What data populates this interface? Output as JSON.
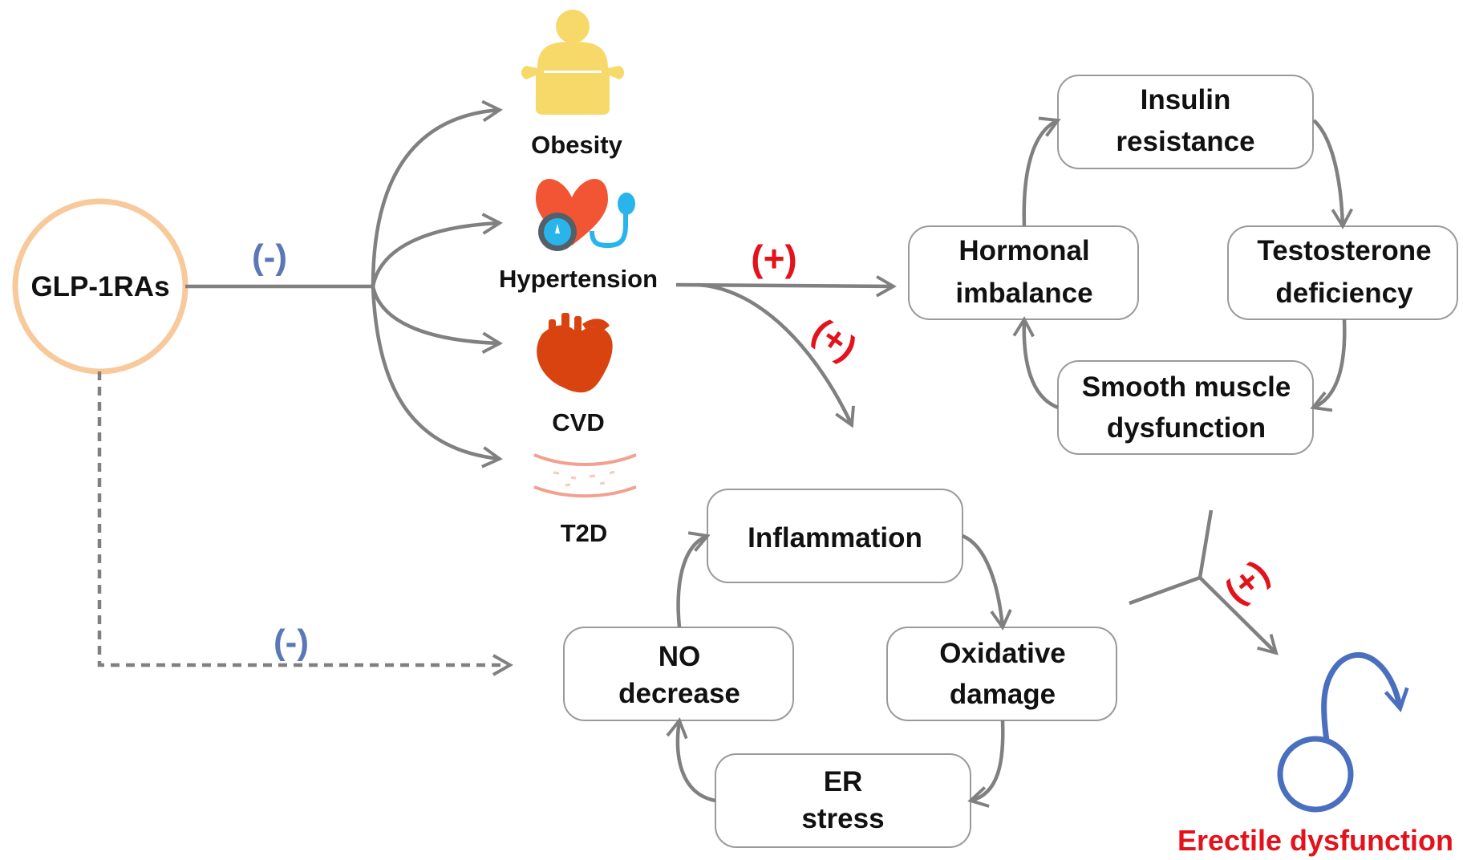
{
  "drug": {
    "label": "GLP-1RAs"
  },
  "effects": {
    "inhibit_top": "(-)",
    "inhibit_bottom": "(-)",
    "promote": "(+)",
    "promote_down": "(+)",
    "promote_ed": "(+)"
  },
  "conditions": [
    {
      "label": "Obesity",
      "icon": "obesity-icon"
    },
    {
      "label": "Hypertension",
      "icon": "hypertension-icon"
    },
    {
      "label": "CVD",
      "icon": "heart-icon"
    },
    {
      "label": "T2D",
      "icon": "blood-vessel-icon"
    }
  ],
  "hormonal_cycle": {
    "insulin": [
      "Insulin",
      "resistance"
    ],
    "testosterone": [
      "Testosterone",
      "deficiency"
    ],
    "smooth": [
      "Smooth muscle",
      "dysfunction"
    ],
    "hormonal": [
      "Hormonal",
      "imbalance"
    ]
  },
  "oxidative_cycle": {
    "inflammation": [
      "Inflammation"
    ],
    "oxidative": [
      "Oxidative",
      "damage"
    ],
    "er": [
      "ER",
      "stress"
    ],
    "no": [
      "NO",
      "decrease"
    ]
  },
  "outcome": {
    "label": "Erectile dysfunction",
    "icon": "male-symbol-icon"
  },
  "colors": {
    "arrow": "#808080",
    "inhibit": "#5a78b8",
    "promote": "#e3121b",
    "drug_ring": "#f8c99a",
    "box_border": "#9a9a9a",
    "male_symbol": "#4a6fbf",
    "obesity": "#f7d96a",
    "heart": "#d9430f",
    "vessel": "#f2a090"
  }
}
